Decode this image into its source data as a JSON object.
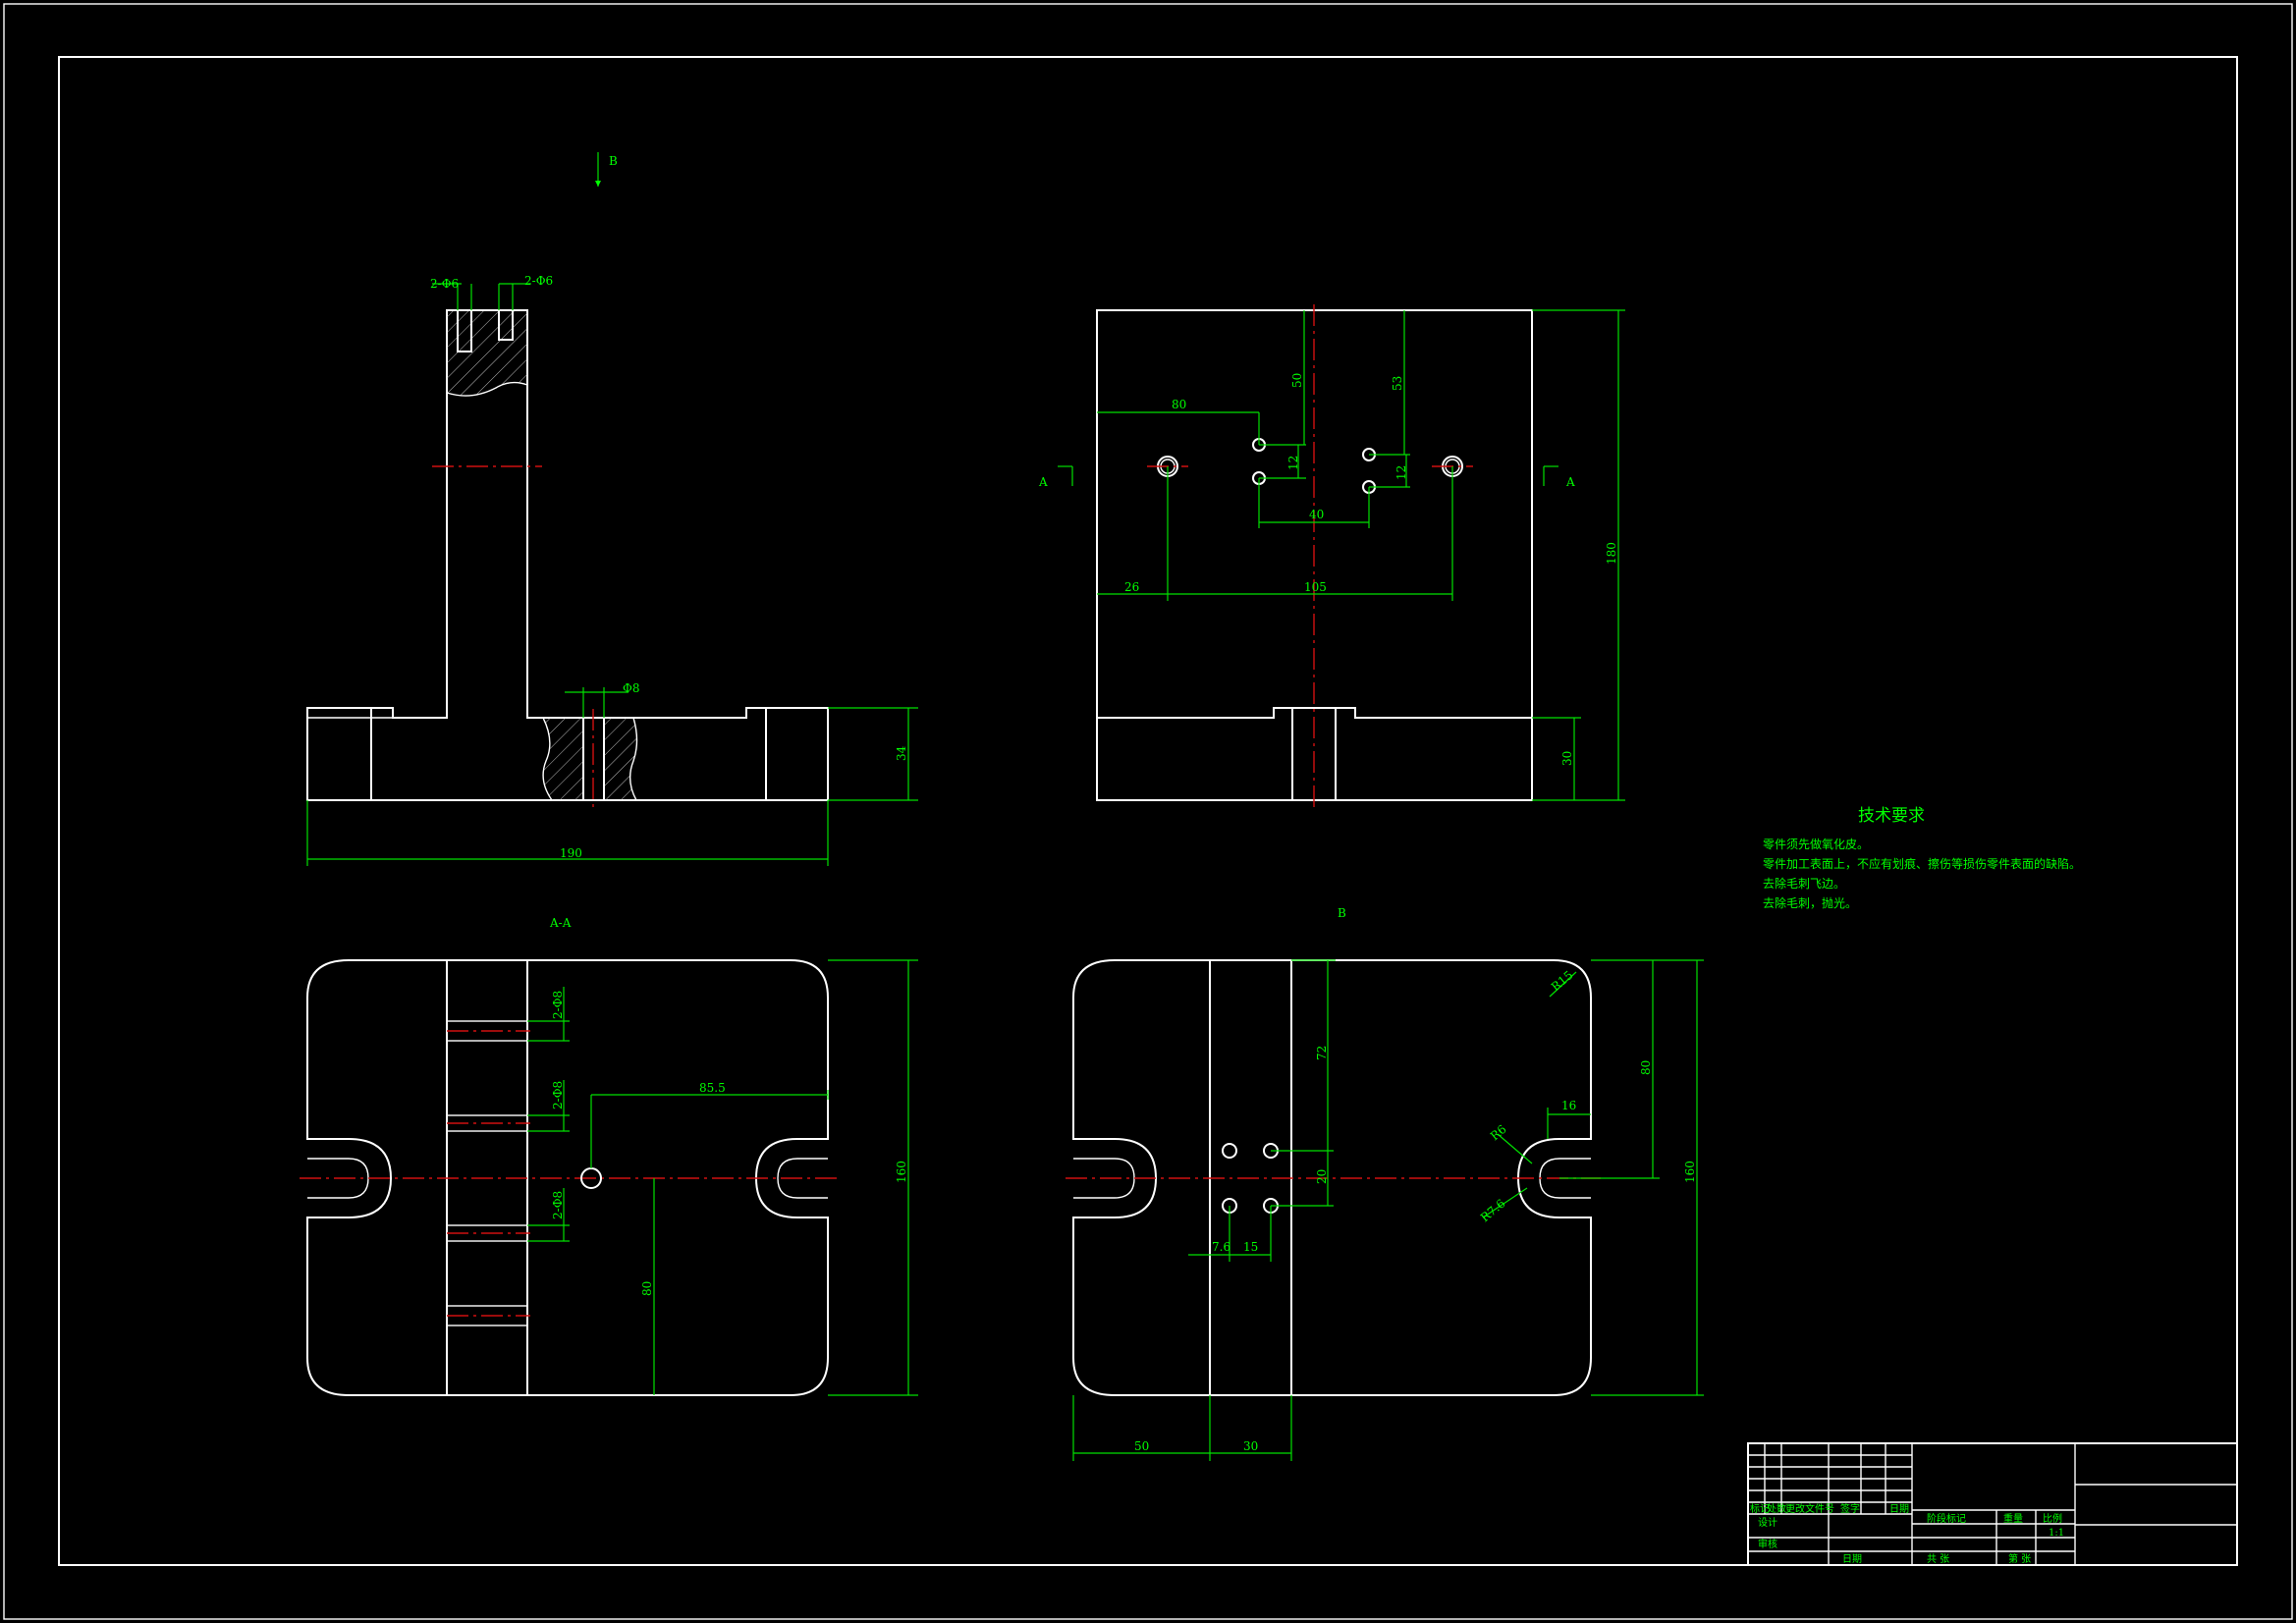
{
  "views": {
    "section_label_a": "A",
    "section_label_b": "B",
    "section_aa_title": "A-A",
    "view_b_title": "B"
  },
  "dimensions": {
    "front": {
      "slot_left": "2-Φ6",
      "slot_right": "2-Φ6",
      "hole_d": "Φ8",
      "height": "34",
      "width": "190"
    },
    "top": {
      "d50": "50",
      "d53": "53",
      "d80": "80",
      "d12a": "12",
      "d12b": "12",
      "d40": "40",
      "d26": "26",
      "d105": "105",
      "d180": "180",
      "d30": "30"
    },
    "section_aa": {
      "d2ga": "2-Φ8",
      "d2gb": "2-Φ8",
      "d2gc": "2-Φ8",
      "d85": "85.5",
      "d160": "160",
      "d80": "80"
    },
    "view_b": {
      "r15": "R15",
      "d72": "72",
      "d20": "20",
      "d80": "80",
      "d160": "160",
      "d16": "16",
      "r6": "R6",
      "r12": "R7.6",
      "d7": "7.6",
      "d15": "15",
      "d50": "50",
      "d30": "30"
    }
  },
  "tech_requirements": {
    "title": "技术要求",
    "items": [
      "零件须先做氧化皮。",
      "零件加工表面上，不应有划痕、擦伤等损伤零件表面的缺陷。",
      "去除毛刺飞边。",
      "去除毛刺，抛光。"
    ]
  },
  "title_block": {
    "row_labels": [
      "标记",
      "处数",
      "更改文件号",
      "签字",
      "日期"
    ],
    "designer": "设计",
    "checker": "审核",
    "date": "日期",
    "stage_label": "阶段标记",
    "weight": "重量",
    "scale": "比例",
    "scale_value": "1:1",
    "sheets": "共  张",
    "sheet_no": "第  张"
  },
  "colors": {
    "background": "#000000",
    "lines": "#ffffff",
    "dimensions": "#00e000",
    "centerlines": "#d01010"
  }
}
